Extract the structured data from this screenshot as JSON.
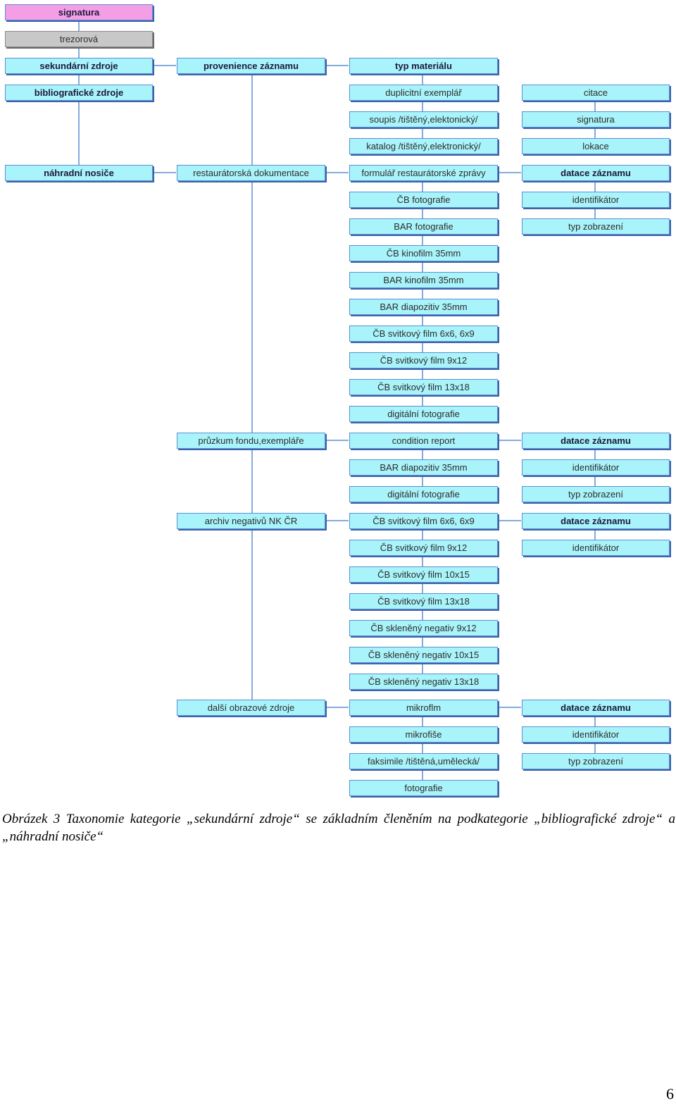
{
  "diagram": {
    "nodes": {
      "signatura_top": "signatura",
      "trezorova": "trezorová",
      "sekundarni": "sekundární zdroje",
      "bibliograficke": "bibliografické zdroje",
      "nahradni": "náhradní nosiče",
      "provenience": "provenience záznamu",
      "restauratorska": "restaurátorská dokumentace",
      "pruzkum": "průzkum fondu,exempláře",
      "archiv": "archiv negativů NK ČR",
      "dalsi": "další obrazové zdroje",
      "typ_materialu": "typ materiálu",
      "duplicitni": "duplicitní exemplář",
      "soupis": "soupis /tištěný,elektonický/",
      "katalog": "katalog /tištěný,elektronický/",
      "formular": "formulář restaurátorské zprávy",
      "cb_foto": "ČB fotografie",
      "bar_foto": "BAR fotografie",
      "cb_kino": "ČB kinofilm 35mm",
      "bar_kino": "BAR kinofilm 35mm",
      "bar_diap": "BAR diapozitiv 35mm",
      "cb_svit_6x6": "ČB svitkový film 6x6, 6x9",
      "cb_svit_9x12": "ČB svitkový film 9x12",
      "cb_svit_13x18": "ČB svitkový film 13x18",
      "dig_foto": "digitální fotografie",
      "condition": "condition report",
      "bar_diap2": "BAR diapozitiv 35mm",
      "dig_foto2": "digitální fotografie",
      "cb_svit_6x6_b": "ČB svitkový film 6x6, 6x9",
      "cb_svit_9x12_b": "ČB svitkový film 9x12",
      "cb_svit_10x15": "ČB svitkový film 10x15",
      "cb_svit_13x18_b": "ČB svitkový film 13x18",
      "cb_skl_9x12": "ČB skleněný negativ 9x12",
      "cb_skl_10x15": "ČB skleněný negativ 10x15",
      "cb_skl_13x18": "ČB skleněný negativ 13x18",
      "mikroflm": "mikroflm",
      "mikrofise": "mikrofiše",
      "faksimile": "faksimile /tištěná,umělecká/",
      "fotografie": "fotografie",
      "citace": "citace",
      "signatura2": "signatura",
      "lokace": "lokace",
      "datace1": "datace záznamu",
      "ident1": "identifikátor",
      "typzob1": "typ zobrazení",
      "datace2": "datace záznamu",
      "ident2": "identifikátor",
      "typzob2": "typ zobrazení",
      "datace3": "datace záznamu",
      "ident3": "identifikátor",
      "datace4": "datace záznamu",
      "ident4": "identifikátor",
      "typzob4": "typ zobrazení"
    }
  },
  "caption": "Obrázek 3 Taxonomie kategorie „sekundární zdroje“ se základním členěním na podkategorie „bibliografické zdroje“ a „náhradní nosiče“",
  "page_number": "6",
  "colors": {
    "box_fill": "#a9f4fa",
    "box_border": "#5b8fd3",
    "root_fill": "#f49ee6",
    "gray_fill": "#c8c8c8",
    "line": "#5b8fd3"
  }
}
